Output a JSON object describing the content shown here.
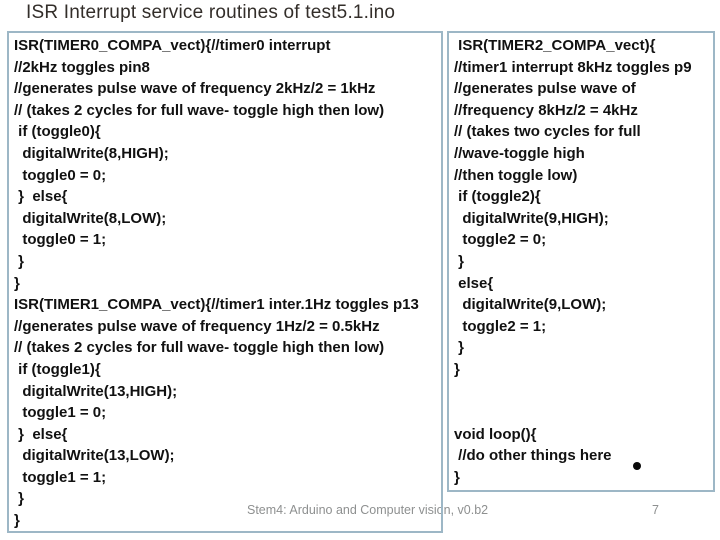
{
  "slide": {
    "title": "ISR Interrupt service routines of test5.1.ino",
    "page_number": "7"
  },
  "footer": {
    "text": "Stem4: Arduino and Computer vision, v0.b2"
  },
  "colors": {
    "box_border": "#9db7c6",
    "code_text": "#111111",
    "title_text": "#332e2a",
    "footer_text": "#8e9090"
  },
  "boxes": {
    "left": {
      "lines": [
        "ISR(TIMER0_COMPA_vect){//timer0 interrupt",
        "//2kHz toggles pin8",
        "//generates pulse wave of frequency 2kHz/2 = 1kHz",
        "// (takes 2 cycles for full wave- toggle high then low)",
        " if (toggle0){",
        "  digitalWrite(8,HIGH);",
        "  toggle0 = 0;",
        " }  else{",
        "  digitalWrite(8,LOW);",
        "  toggle0 = 1;",
        " }",
        "}",
        "ISR(TIMER1_COMPA_vect){//timer1 inter.1Hz toggles p13",
        "//generates pulse wave of frequency 1Hz/2 = 0.5kHz",
        "// (takes 2 cycles for full wave- toggle high then low)",
        " if (toggle1){",
        "  digitalWrite(13,HIGH);",
        "  toggle1 = 0;",
        " }  else{",
        "  digitalWrite(13,LOW);",
        "  toggle1 = 1;",
        " }",
        "}"
      ]
    },
    "right": {
      "lines": [
        " ISR(TIMER2_COMPA_vect){",
        "//timer1 interrupt 8kHz toggles p9",
        "//generates pulse wave of",
        "//frequency 8kHz/2 = 4kHz",
        "// (takes two cycles for full",
        "//wave-toggle high",
        "//then toggle low)",
        " if (toggle2){",
        "  digitalWrite(9,HIGH);",
        "  toggle2 = 0;",
        " }",
        " else{",
        "  digitalWrite(9,LOW);",
        "  toggle2 = 1;",
        " }",
        "}",
        "",
        "",
        "void loop(){",
        " //do other things here",
        "}"
      ]
    }
  }
}
